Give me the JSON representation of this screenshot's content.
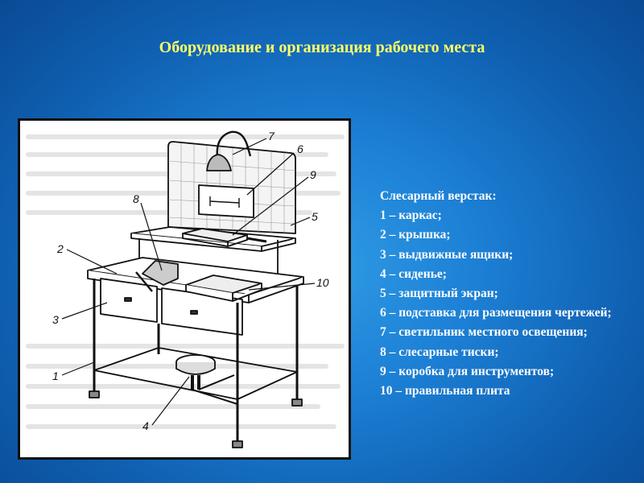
{
  "title": "Оборудование и организация рабочего места",
  "figure": {
    "callouts": [
      "7",
      "6",
      "9",
      "8",
      "5",
      "2",
      "10",
      "3",
      "1",
      "4"
    ]
  },
  "legend": {
    "heading": "Слесарный верстак:",
    "items": [
      "1 – каркас;",
      "2 – крышка;",
      "3 – выдвижные ящики;",
      "4 – сиденье;",
      "5 – защитный экран;",
      "6 – подставка для размещения чертежей;",
      "7 – светильник местного освещения;",
      "8 – слесарные тиски;",
      "9 – коробка для инструментов;",
      "10 – правильная плита"
    ]
  }
}
